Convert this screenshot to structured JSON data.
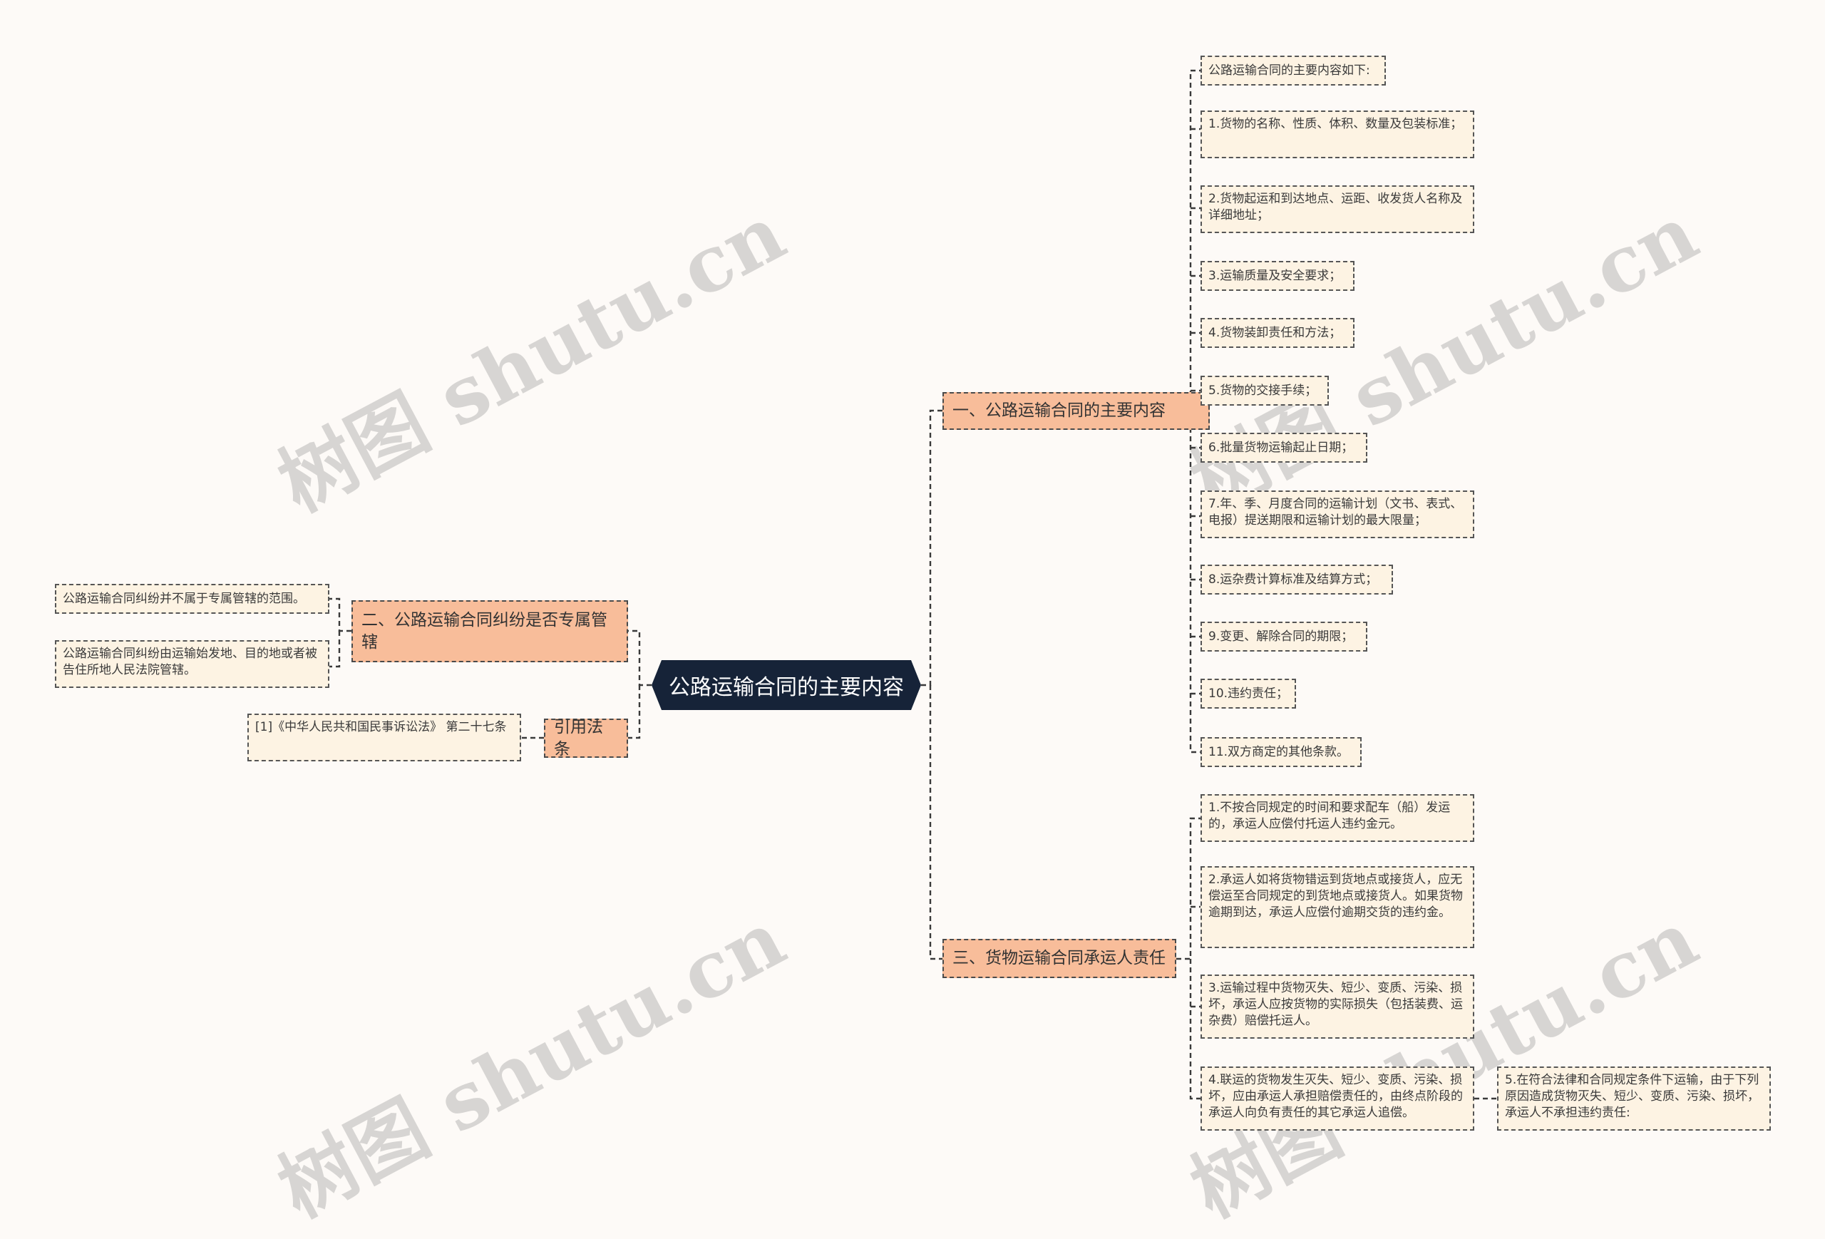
{
  "root": "公路运输合同的主要内容",
  "branches": {
    "content": "一、公路运输合同的主要内容",
    "jurisdiction": "二、公路运输合同纠纷是否专属管辖",
    "citation": "引用法条",
    "liability": "三、货物运输合同承运人责任"
  },
  "content_items": [
    "公路运输合同的主要内容如下:",
    "1.货物的名称、性质、体积、数量及包装标准；",
    "2.货物起运和到达地点、运距、收发货人名称及详细地址；",
    "3.运输质量及安全要求；",
    "4.货物装卸责任和方法；",
    "5.货物的交接手续；",
    "6.批量货物运输起止日期；",
    "7.年、季、月度合同的运输计划（文书、表式、电报）提送期限和运输计划的最大限量；",
    "8.运杂费计算标准及结算方式；",
    "9.变更、解除合同的期限；",
    "10.违约责任；",
    "11.双方商定的其他条款。"
  ],
  "jurisdiction_items": [
    "公路运输合同纠纷并不属于专属管辖的范围。",
    "公路运输合同纠纷由运输始发地、目的地或者被告住所地人民法院管辖。"
  ],
  "citation_items": [
    "[1]《中华人民共和国民事诉讼法》 第二十七条"
  ],
  "liability_items": [
    "1.不按合同规定的时间和要求配车（船）发运的，承运人应偿付托运人违约金元。",
    "2.承运人如将货物错运到货地点或接货人，应无偿运至合同规定的到货地点或接货人。如果货物逾期到达，承运人应偿付逾期交货的违约金。",
    "3.运输过程中货物灭失、短少、变质、污染、损坏，承运人应按货物的实际损失（包括装费、运杂费）赔偿托运人。",
    "4.联运的货物发生灭失、短少、变质、污染、损坏，应由承运人承担赔偿责任的，由终点阶段的承运人向负有责任的其它承运人追偿。"
  ],
  "liability_sub_item": "5.在符合法律和合同规定条件下运输，由于下列原因造成货物灭失、短少、变质、污染、损坏，承运人不承担违约责任:",
  "watermark": "树图 shutu.cn",
  "colors": {
    "background": "#fdfaf7",
    "root_fill": "#162338",
    "branch_fill": "#f8bd9a",
    "leaf_fill": "#fdf3e3",
    "connector": "#3a3a3a"
  }
}
